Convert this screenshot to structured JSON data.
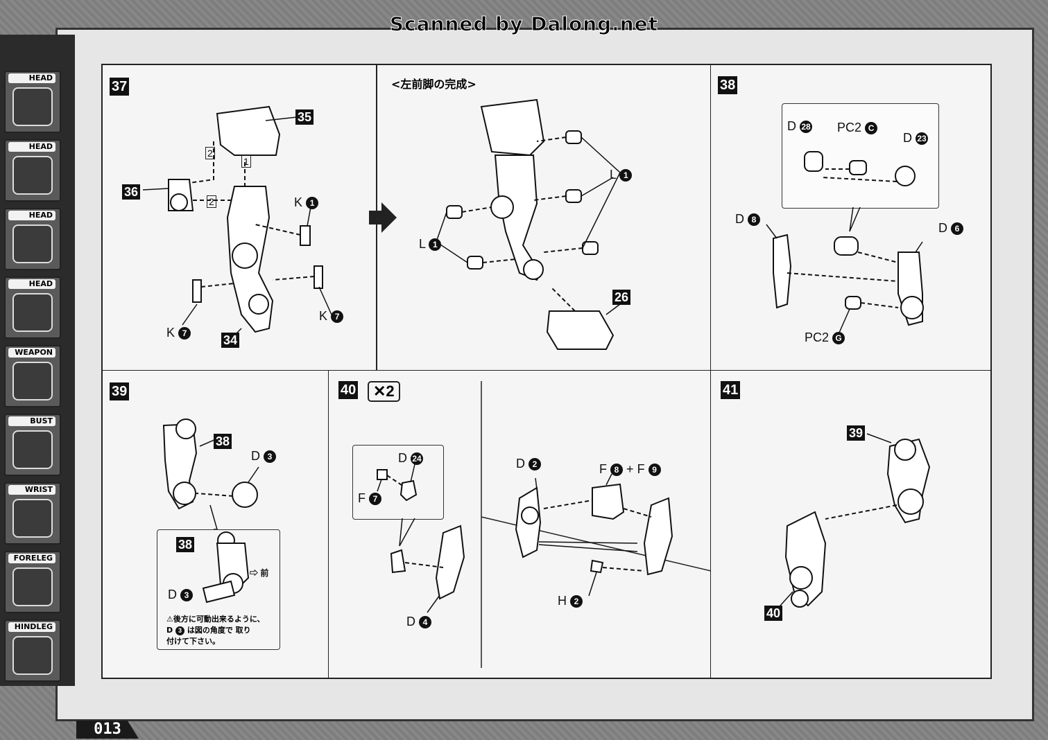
{
  "watermark": "Scanned by Dalong.net",
  "page_number": "013",
  "sidebar": {
    "tabs": [
      {
        "label": "HEAD",
        "icon": "lion-head-icon",
        "active": true
      },
      {
        "label": "HEAD",
        "icon": "lion-head-icon",
        "active": false
      },
      {
        "label": "HEAD",
        "icon": "lion-head-icon",
        "active": false
      },
      {
        "label": "HEAD",
        "icon": "lion-head-icon",
        "active": false
      },
      {
        "label": "WEAPON",
        "icon": "weapon-icon",
        "active": false
      },
      {
        "label": "BUST",
        "icon": "bust-icon",
        "active": false
      },
      {
        "label": "WRIST",
        "icon": "wrist-icon",
        "active": false
      },
      {
        "label": "FORELEG",
        "icon": "foreleg-icon",
        "active": true
      },
      {
        "label": "HINDLEG",
        "icon": "hindleg-icon",
        "active": true
      }
    ]
  },
  "steps": {
    "s37": {
      "number": "37",
      "callouts": [
        "35",
        "36",
        "34"
      ],
      "parts": [
        {
          "letter": "K",
          "num": "1"
        },
        {
          "letter": "K",
          "num": "7"
        },
        {
          "letter": "K",
          "num": "7"
        }
      ],
      "order": [
        "2",
        "1",
        "2"
      ]
    },
    "completion": {
      "title": "<左前脚の完成>",
      "parts": [
        {
          "letter": "L",
          "num": "1"
        },
        {
          "letter": "L",
          "num": "1"
        }
      ],
      "callout": "26"
    },
    "s38": {
      "number": "38",
      "parts": [
        {
          "letter": "D",
          "num": "28"
        },
        {
          "letter": "PC2",
          "num": "C"
        },
        {
          "letter": "D",
          "num": "23"
        },
        {
          "letter": "D",
          "num": "8"
        },
        {
          "letter": "D",
          "num": "6"
        },
        {
          "letter": "PC2",
          "num": "G"
        }
      ]
    },
    "s39": {
      "number": "39",
      "callouts": [
        "38",
        "38"
      ],
      "parts": [
        {
          "letter": "D",
          "num": "3"
        },
        {
          "letter": "D",
          "num": "3"
        }
      ],
      "front_label": "⇨ 前",
      "note_line1": "⚠後方に可動出来るように、",
      "note_letter": "D",
      "note_num": "3",
      "note_line2": "は図の角度で 取り",
      "note_line3": "付けて下さい。"
    },
    "s40": {
      "number": "40",
      "multiplier": "✕2",
      "parts": [
        {
          "letter": "D",
          "num": "24"
        },
        {
          "letter": "F",
          "num": "7"
        },
        {
          "letter": "D",
          "num": "4"
        },
        {
          "letter": "D",
          "num": "2"
        },
        {
          "letter": "F",
          "num": "8"
        },
        {
          "letter": "F",
          "num": "9"
        },
        {
          "letter": "H",
          "num": "2"
        }
      ],
      "plus": "+"
    },
    "s41": {
      "number": "41",
      "callouts": [
        "39",
        "40"
      ]
    }
  }
}
